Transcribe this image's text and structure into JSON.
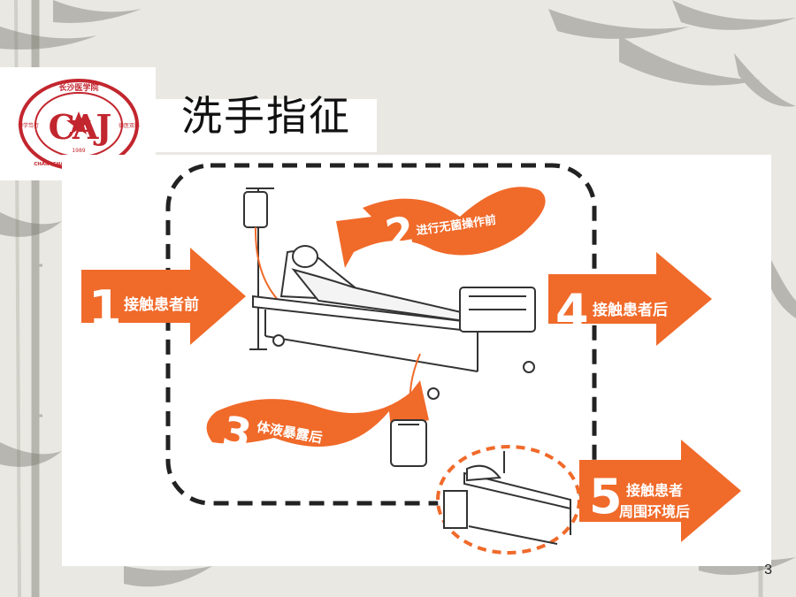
{
  "slide": {
    "title": "洗手指征",
    "page_number": "3"
  },
  "logo": {
    "top_text": "长沙医学院",
    "letters": "CAJ",
    "bottom_text": "CHANGSHA MEDICAL UNIVERSITY",
    "year": "1989",
    "left_text": "博学笃行",
    "right_text": "德医双馨"
  },
  "indications": [
    {
      "number": "1",
      "label": "接触患者前"
    },
    {
      "number": "2",
      "label": "进行无菌操作前"
    },
    {
      "number": "3",
      "label": "体液暴露后"
    },
    {
      "number": "4",
      "label": "接触患者后"
    },
    {
      "number": "5",
      "label_line1": "接触患者",
      "label_line2": "周围环境后"
    }
  ],
  "colors": {
    "accent": "#f06a2a",
    "background": "#e9e8e3",
    "logo_red": "#c2262e"
  }
}
